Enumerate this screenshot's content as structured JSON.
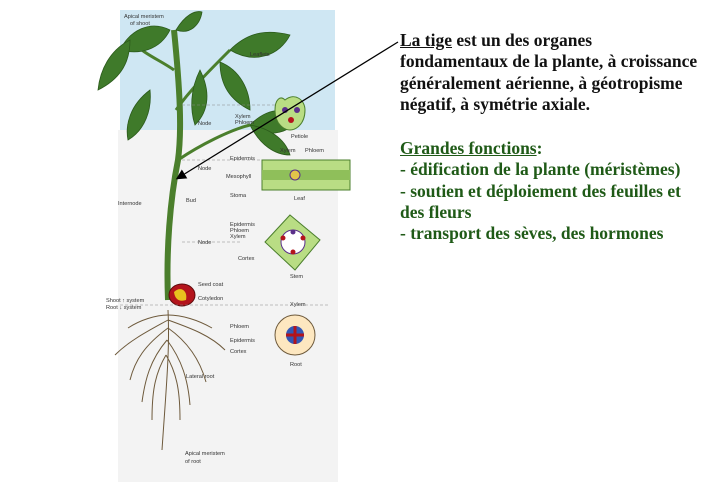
{
  "definition": {
    "term": "La tige",
    "text": " est un des organes fondamentaux de la plante, à croissance généralement aérienne, à géotropisme négatif, à symétrie axiale."
  },
  "functions": {
    "heading": "Grandes fonctions",
    "colon": ":",
    "items": [
      "- édification de la plante (méristèmes)",
      "- soutien et déploiement des feuilles et des fleurs",
      "- transport des sèves, des hormones"
    ]
  },
  "figure_labels": {
    "apical_meristem_shoot_1": "Apical meristem",
    "apical_meristem_shoot_2": "of shoot",
    "leaflets": "Leaflets",
    "node1": "Node",
    "node2": "Node",
    "node3": "Node",
    "xylem_petiole": "Xylem",
    "phloem_petiole": "Phloem",
    "petiole": "Petiole",
    "epidermis_leaf": "Epidermis",
    "xylem_leaf": "Xylem",
    "phloem_leaf": "Phloem",
    "mesophyll": "Mesophyll",
    "stoma": "Stoma",
    "leaf": "Leaf",
    "internode": "Internode",
    "bud": "Bud",
    "epidermis_stem": "Epidermis",
    "phloem_stem": "Phloem",
    "xylem_stem": "Xylem",
    "cortex_stem": "Cortex",
    "stem": "Stem",
    "seed_coat": "Seed coat",
    "cotyledon": "Cotyledon",
    "shoot_system": "Shoot ↑ system",
    "root_system": "Root ↓ system",
    "xylem_root": "Xylem",
    "phloem_root": "Phloem",
    "epidermis_root": "Epidermis",
    "cortex_root": "Cortex",
    "root": "Root",
    "lateral_root": "Lateral root",
    "apical_meristem_root_1": "Apical meristem",
    "apical_meristem_root_2": "of root"
  },
  "colors": {
    "text": "#111111",
    "functions_text": "#1f5a17",
    "leaf": "#3f7a2a",
    "section_fill": "#b9dd84",
    "sky_panel": "#cfe7f3"
  }
}
